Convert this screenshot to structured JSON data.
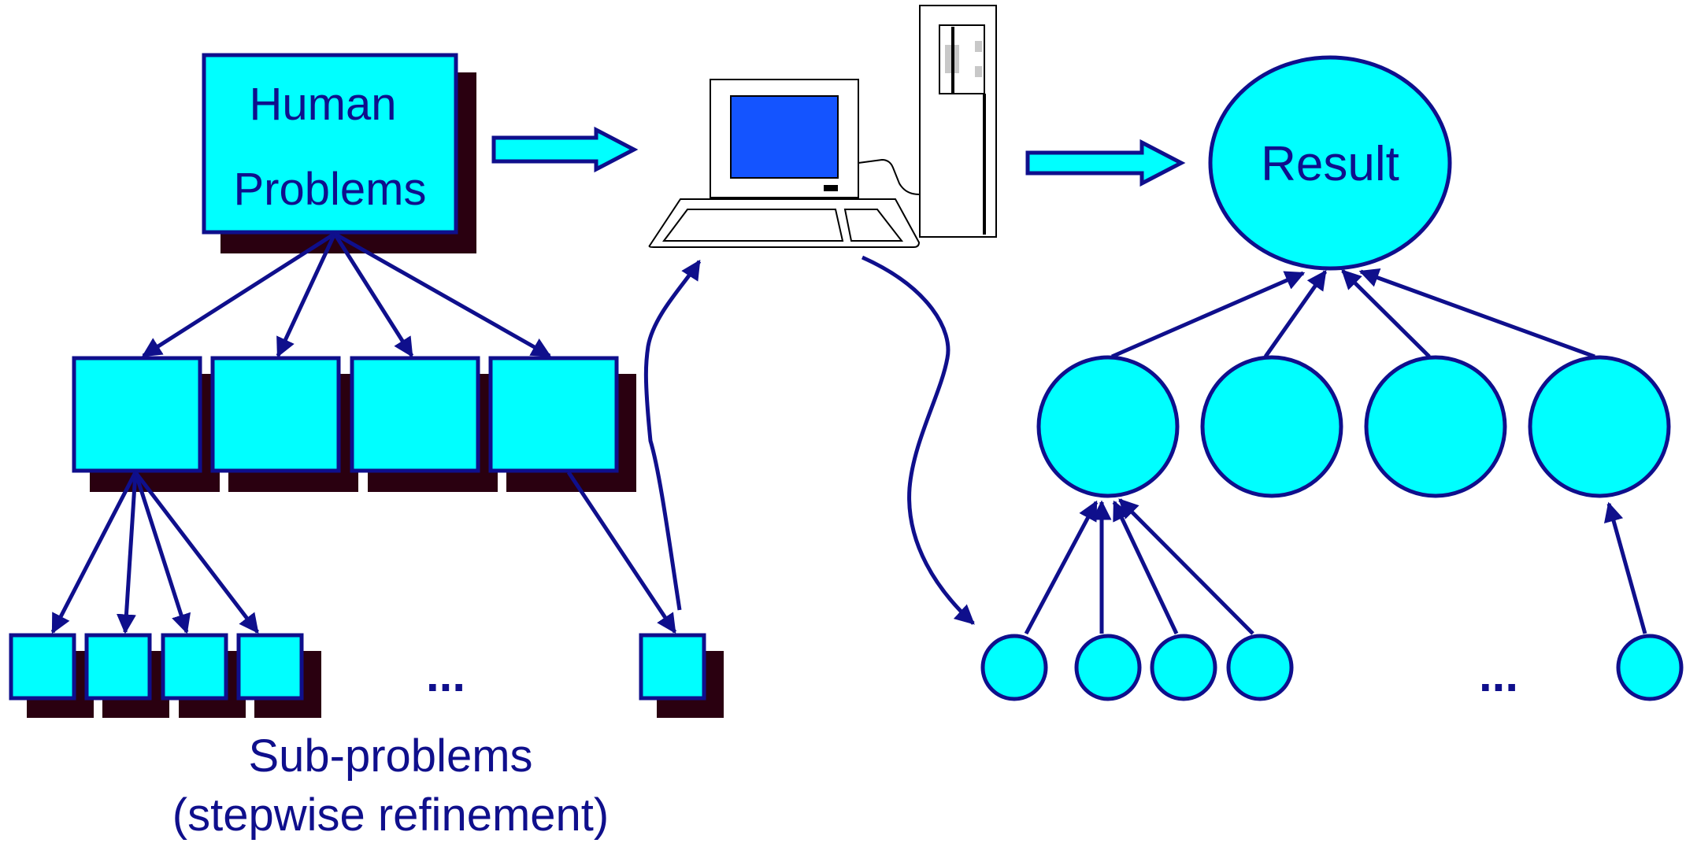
{
  "diagram": {
    "human_problems": {
      "line1": "Human",
      "line2": "Problems"
    },
    "result": "Result",
    "subproblems": {
      "line1": "Sub-problems",
      "line2": "(stepwise refinement)"
    },
    "ellipsis_left": "...",
    "ellipsis_right": "..."
  },
  "colors": {
    "fill": "#00ffff",
    "stroke": "#0f0f8c",
    "shadow": "#2a0010",
    "screen": "#1454ff"
  },
  "icons": [
    "computer-icon",
    "monitor-icon",
    "keyboard-icon",
    "tower-case-icon"
  ]
}
